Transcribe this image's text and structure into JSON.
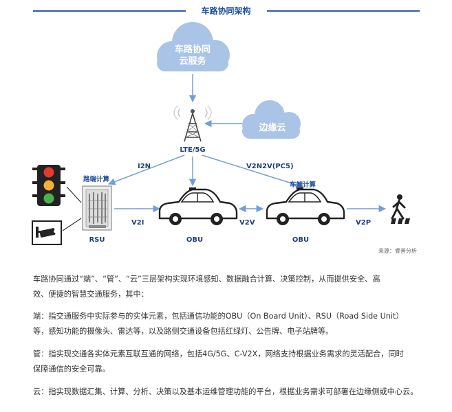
{
  "header": {
    "title": "车路协同架构"
  },
  "diagram": {
    "cloud_center": {
      "line1": "车路协同",
      "line2": "云服务"
    },
    "cloud_edge": {
      "label": "边缘云"
    },
    "tower": {
      "label": "LTE/5G"
    },
    "roadside_compute_label": "路端计算",
    "vehicle_compute_label": "车端计算",
    "links": {
      "i2n": "I2N",
      "v2n": "V2N2V(PC5)",
      "v2i": "V2I",
      "v2v": "V2V",
      "v2p": "V2P"
    },
    "rsu_label": "RSU",
    "obu1_label": "OBU",
    "obu2_label": "OBU",
    "source": "来源：睿普分析",
    "colors": {
      "cloud": "#a9c4e6",
      "arrow": "#6f9fd6",
      "brand": "#1f4e9c",
      "traffic_red": "#e23a2e",
      "traffic_yellow": "#f2b233",
      "traffic_green": "#4cae4c"
    },
    "icons": [
      "traffic-light-icon",
      "camera-icon",
      "rsu-cabinet-icon",
      "car-icon",
      "pedestrian-icon",
      "cell-tower-icon"
    ]
  },
  "text": {
    "p1_l1": "车路协同通过“端”、“管”、“云”三层架构实现环境感知、数据融合计算、决策控制，从而提供安全、高",
    "p1_l2": "效、便捷的智慧交通服务，其中：",
    "p2_l1": "端：指交通服务中实际参与的实体元素，包括通信功能的OBU（On Board Unit）、RSU（Road Side Unit）",
    "p2_l2": "等，感知功能的摄像头、雷达等，以及路侧交通设备包括红绿灯、公告牌、电子站牌等。",
    "p3_l1": "管：指实现交通各实体元素互联互通的网络，包括4G/5G、C-V2X，网络支持根据业务需求的灵活配合，同时",
    "p3_l2": "保障通信的安全可靠。",
    "p4_l1": "云：指实现数据汇集、计算、分析、决策以及基本运维管理功能的平台，根据业务需求可部署在边缘侧或中心云。"
  }
}
